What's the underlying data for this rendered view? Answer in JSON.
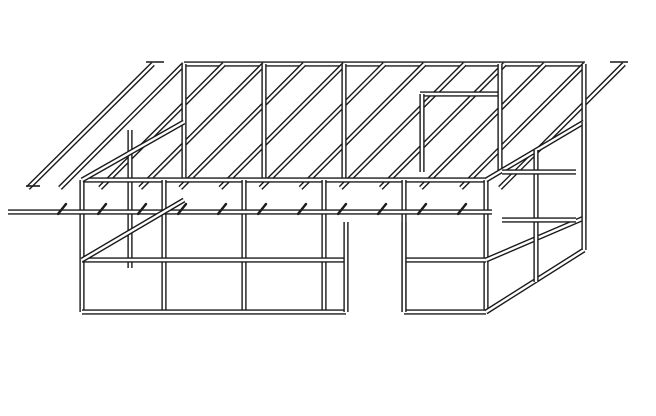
{
  "figure": {
    "subject": "greenhouse-frame-assembly-exploded-view",
    "style": "black-outline-tube-line-drawing",
    "colors": {
      "background": "#ffffff",
      "stroke": "#1a1a1a",
      "tube_core": "#ffffff"
    },
    "components": {
      "front_wall_bays": 5,
      "front_door_opening": true,
      "roof_rafters": 11,
      "side_wall_bays": 2,
      "horizontal_rails_per_wall": 3,
      "eave_bar_exploded": true
    }
  }
}
